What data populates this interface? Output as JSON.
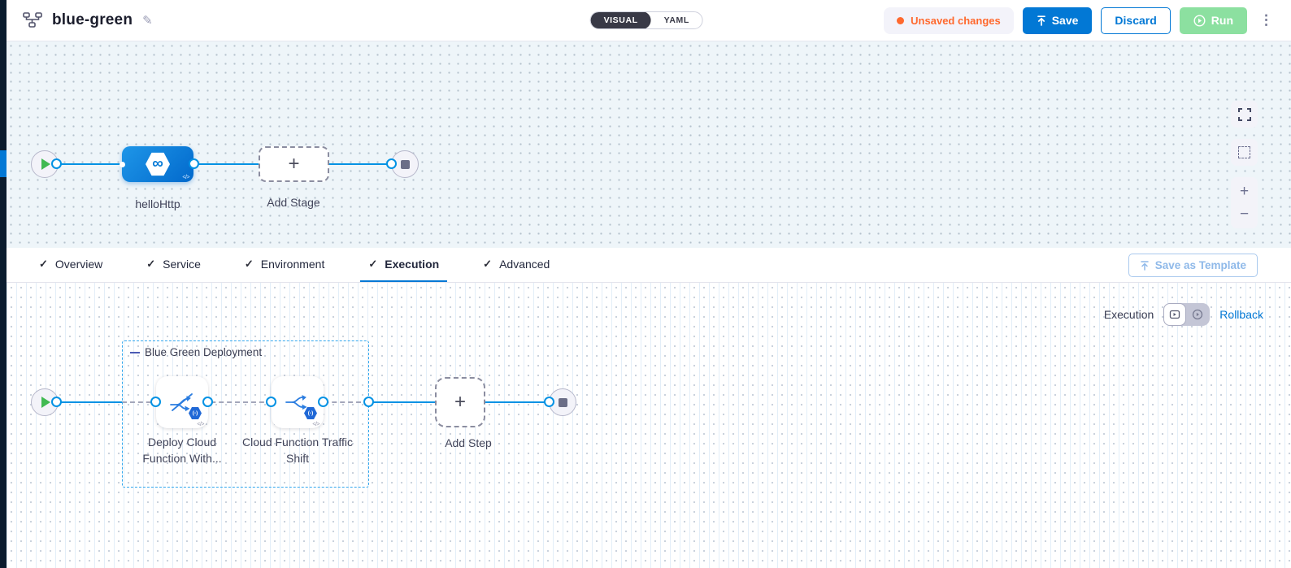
{
  "header": {
    "title": "blue-green",
    "mode_toggle": {
      "visual": "VISUAL",
      "yaml": "YAML",
      "selected": "VISUAL"
    },
    "unsaved_badge": "Unsaved changes",
    "save_label": "Save",
    "discard_label": "Discard",
    "run_label": "Run"
  },
  "stage_canvas": {
    "stage_name": "helloHttp",
    "add_stage_label": "Add Stage"
  },
  "tabs": {
    "items": [
      {
        "label": "Overview",
        "active": false
      },
      {
        "label": "Service",
        "active": false
      },
      {
        "label": "Environment",
        "active": false
      },
      {
        "label": "Execution",
        "active": true
      },
      {
        "label": "Advanced",
        "active": false
      }
    ],
    "save_as_template_label": "Save as Template"
  },
  "execution_canvas": {
    "mode_label": "Execution",
    "rollback_label": "Rollback",
    "group_label": "Blue Green Deployment",
    "steps": [
      {
        "label": "Deploy Cloud Function With..."
      },
      {
        "label": "Cloud Function Traffic Shift"
      }
    ],
    "add_step_label": "Add Step"
  },
  "icons": {
    "check": "✓",
    "plus": "+",
    "minus": "−",
    "kebab": "⋮",
    "pencil": "✎",
    "infinity": "∞",
    "code": "</>",
    "badge_fn": "(-)"
  },
  "colors": {
    "accent_blue": "#0278d5",
    "flow_line": "#0092e4",
    "unsaved_orange": "#ff692e",
    "run_green": "#8ce0a0",
    "rail_dark": "#0b1c2e",
    "play_green": "#41ba52"
  }
}
